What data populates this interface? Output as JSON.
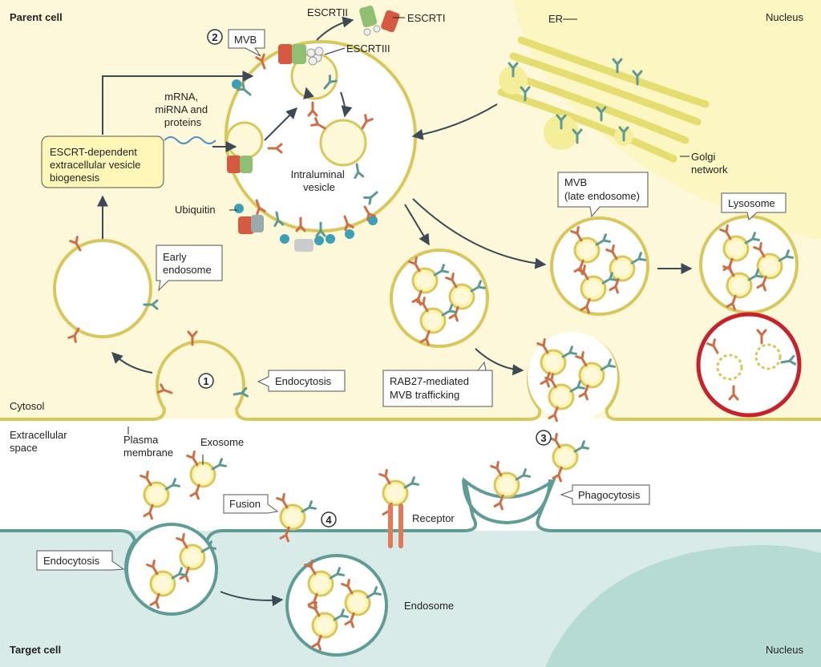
{
  "colors": {
    "cytosol": "#fdf8d9",
    "membrane": "#d9c75c",
    "nucleus": "#fbf6c2",
    "extracellular": "#ffffff",
    "target_cytosol": "#d9ebe8",
    "target_membrane": "#5f9c96",
    "target_nucleus": "#b6dbd5",
    "escrt_red": "#d65a42",
    "escrt_green": "#8fbf72",
    "ubiquitin": "#3b9fb5",
    "lysosome_red": "#c7212c",
    "protein_red": "#cf6e45",
    "protein_teal": "#5d9a93",
    "label_box": "#fff6b8"
  },
  "labels": {
    "parent_cell": "Parent cell",
    "nucleus_top": "Nucleus",
    "er": "ER",
    "golgi": [
      "Golgi",
      "network"
    ],
    "escrtii": "ESCRTII",
    "escrti": "ESCRTI",
    "escrtiii": "ESCRTIII",
    "mvb": "MVB",
    "cargo": [
      "mRNA,",
      "miRNA and",
      "proteins"
    ],
    "escrt_box": [
      "ESCRT-dependent",
      "extracellular vesicle",
      "biogenesis"
    ],
    "intraluminal": [
      "Intraluminal",
      "vesicle"
    ],
    "ubiquitin": "Ubiquitin",
    "early_endosome": [
      "Early",
      "endosome"
    ],
    "mvb_late": [
      "MVB",
      "(late endosome)"
    ],
    "lysosome": "Lysosome",
    "endocytosis_parent": "Endocytosis",
    "rab27": [
      "RAB27-mediated",
      "MVB trafficking"
    ],
    "cytosol": "Cytosol",
    "extracellular": [
      "Extracellular",
      "space"
    ],
    "plasma_membrane": [
      "Plasma",
      "membrane"
    ],
    "exosome": "Exosome",
    "fusion": "Fusion",
    "receptor": "Receptor",
    "phagocytosis": "Phagocytosis",
    "endocytosis_target": "Endocytosis",
    "endosome": "Endosome",
    "target_cell": "Target cell",
    "nucleus_bottom": "Nucleus"
  },
  "steps": {
    "s1": "1",
    "s2": "2",
    "s3": "3",
    "s4": "4"
  }
}
